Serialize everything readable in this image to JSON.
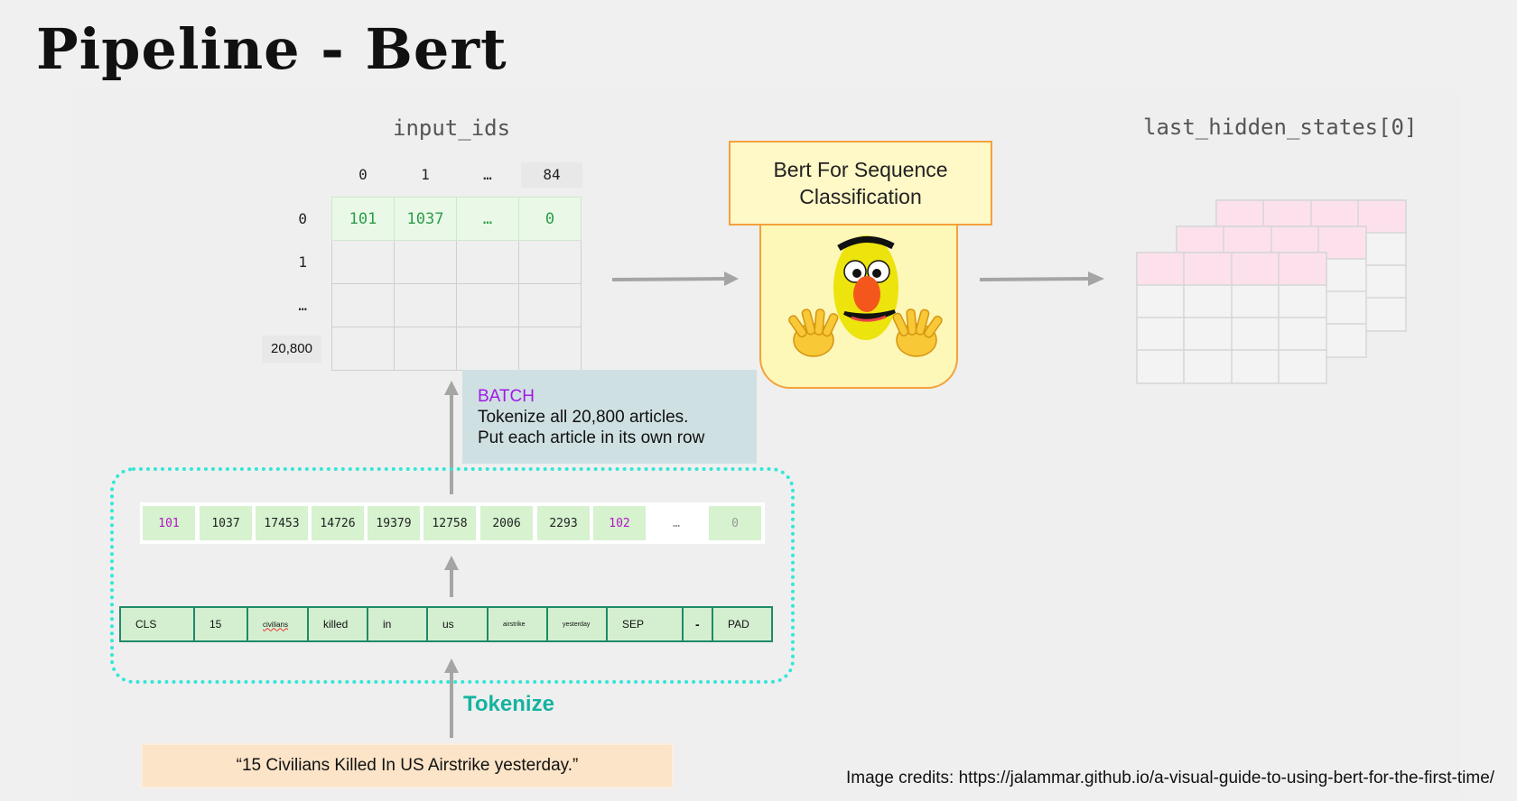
{
  "title": "Pipeline - Bert",
  "input_ids": {
    "label": "input_ids",
    "col_headers": [
      "0",
      "1",
      "…",
      "84"
    ],
    "row_headers": [
      "0",
      "1",
      "…",
      "20,800"
    ],
    "first_row": [
      "101",
      "1037",
      "…",
      "0"
    ]
  },
  "model": {
    "label": "Bert For Sequence Classification",
    "icon": "bert-face-icon"
  },
  "output": {
    "label": "last_hidden_states[0]",
    "header_color": "#fce1ec"
  },
  "batch": {
    "heading": "BATCH",
    "line1": "Tokenize all 20,800 articles.",
    "line2": "Put each article in its own row"
  },
  "token_ids": [
    "101",
    "1037",
    "17453",
    "14726",
    "19379",
    "12758",
    "2006",
    "2293",
    "102",
    "…",
    "0"
  ],
  "tokens": [
    "CLS",
    "15",
    "civilians",
    "killed",
    "in",
    "us",
    "airstrike",
    "yesterday",
    "SEP",
    "-",
    "PAD"
  ],
  "tokenize_label": "Tokenize",
  "sentence": "“15 Civilians Killed In US Airstrike yesterday.”",
  "credits": "Image credits: https://jalammar.github.io/a-visual-guide-to-using-bert-for-the-first-time/",
  "colors": {
    "accent_teal": "#14b3a0",
    "dotted_border": "#33e6d8",
    "batch_purple": "#a318e5",
    "model_border": "#f4a13b",
    "token_green": "#d4efd0"
  }
}
